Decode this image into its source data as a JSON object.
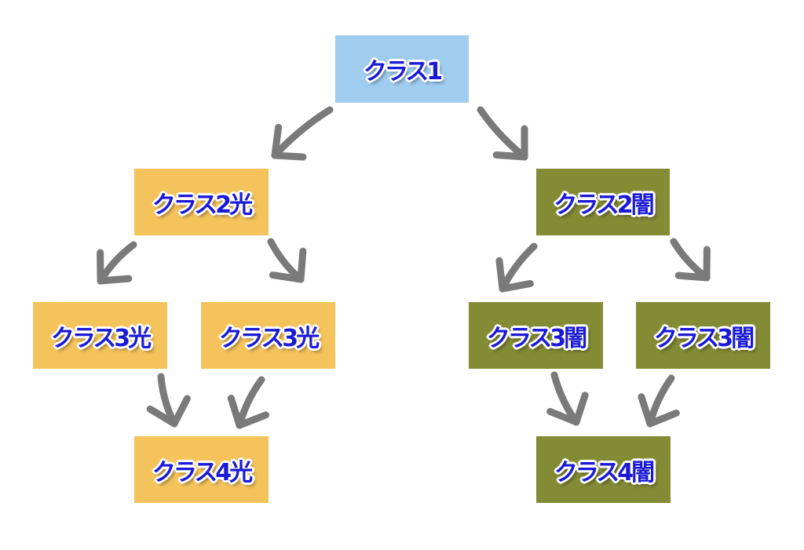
{
  "nodes": {
    "root": "クラス1",
    "light2": "クラス2光",
    "dark2": "クラス2闇",
    "light3a": "クラス3光",
    "light3b": "クラス3光",
    "dark3a": "クラス3闇",
    "dark3b": "クラス3闇",
    "light4": "クラス4光",
    "dark4": "クラス4闇"
  },
  "colors": {
    "root": "#9fccef",
    "light": "#f4c35b",
    "dark": "#838b35",
    "label_text": "#1a1ad6",
    "arrow": "#7a7a7a"
  },
  "edges": [
    {
      "from": "root",
      "to": "light2"
    },
    {
      "from": "root",
      "to": "dark2"
    },
    {
      "from": "light2",
      "to": "light3a"
    },
    {
      "from": "light2",
      "to": "light3b"
    },
    {
      "from": "dark2",
      "to": "dark3a"
    },
    {
      "from": "dark2",
      "to": "dark3b"
    },
    {
      "from": "light3a",
      "to": "light4"
    },
    {
      "from": "light3b",
      "to": "light4"
    },
    {
      "from": "dark3a",
      "to": "dark4"
    },
    {
      "from": "dark3b",
      "to": "dark4"
    }
  ]
}
